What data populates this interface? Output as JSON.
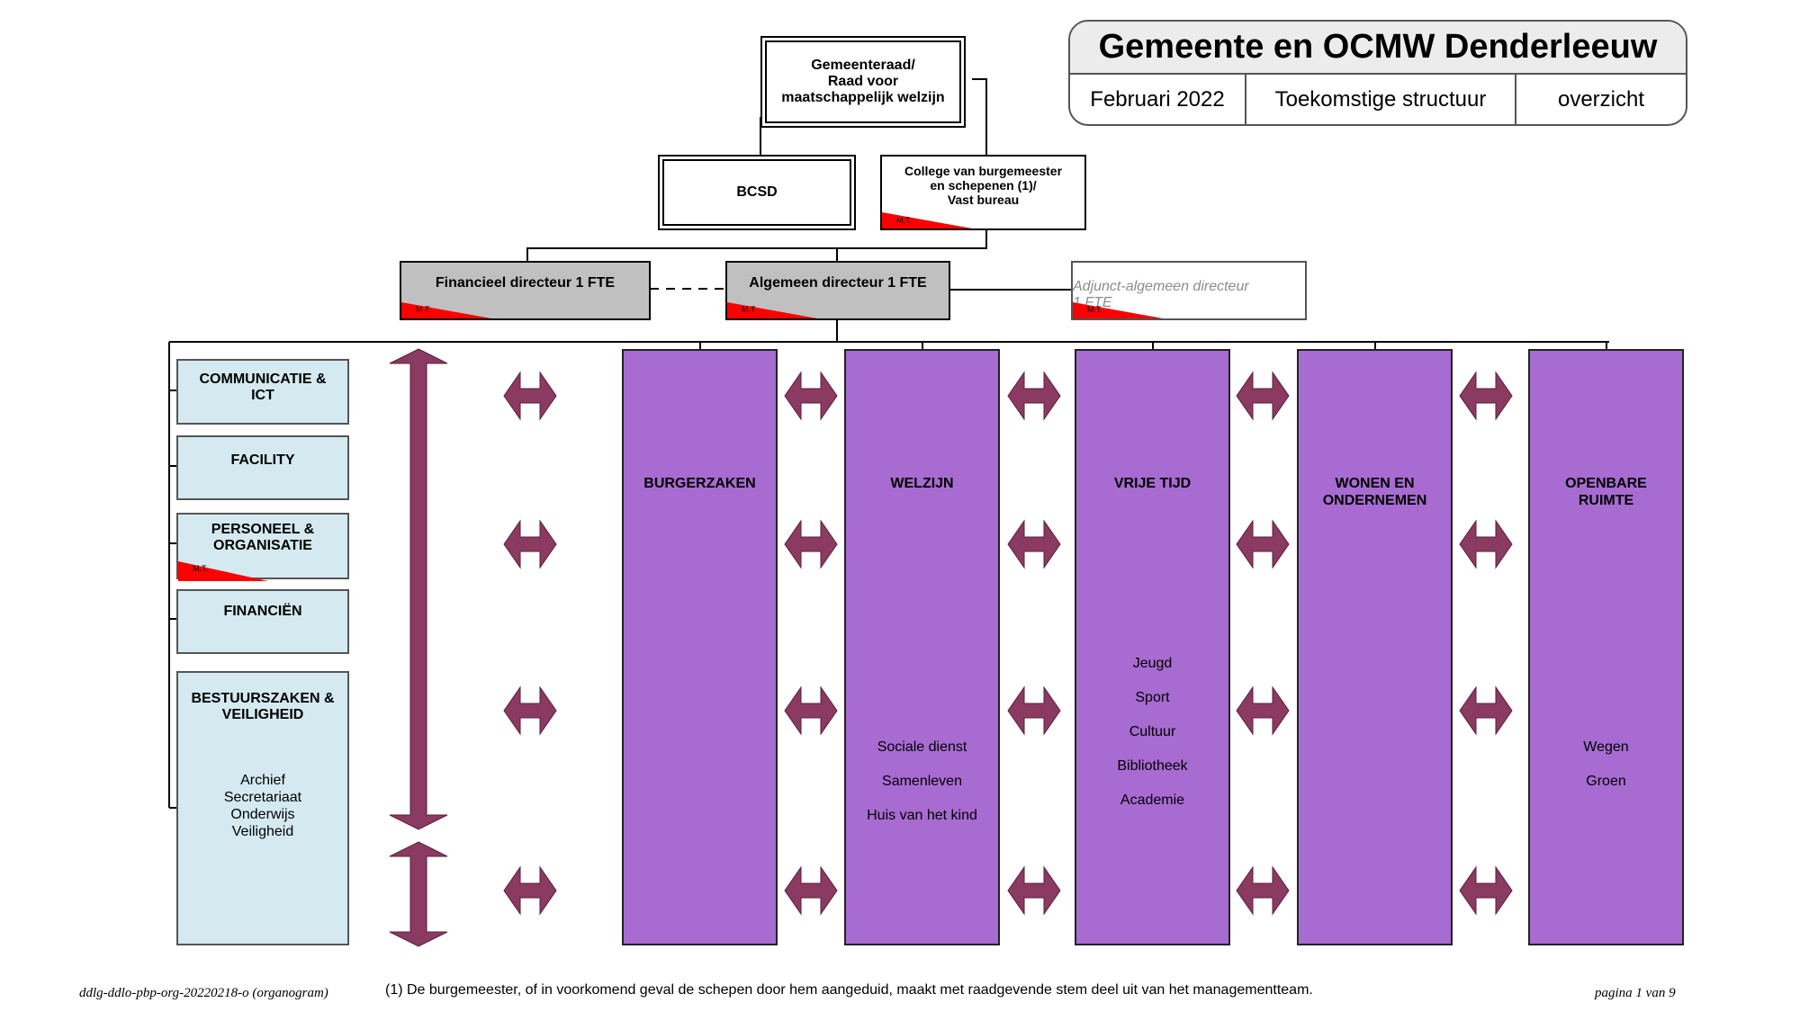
{
  "header": {
    "title": "Gemeente en OCMW Denderleeuw",
    "date": "Februari 2022",
    "structure": "Toekomstige structuur",
    "view": "overzicht"
  },
  "governance": {
    "council": [
      "Gemeenteraad/",
      "Raad voor",
      "maatschappelijk welzijn"
    ],
    "bcsd": "BCSD",
    "college": [
      "College van burgemeester",
      "en schepenen (1)/",
      "Vast bureau"
    ]
  },
  "directors": {
    "financial": "Financieel directeur 1 FTE",
    "general": "Algemeen directeur 1 FTE",
    "deputy": [
      "Adjunct-algemeen directeur",
      "1 FTE"
    ]
  },
  "mt_label": "M.T.",
  "staff": [
    {
      "name": [
        "COMMUNICATIE &",
        "ICT"
      ],
      "mt": false
    },
    {
      "name": [
        "FACILITY"
      ],
      "mt": false
    },
    {
      "name": [
        "PERSONEEL &",
        "ORGANISATIE"
      ],
      "mt": true
    },
    {
      "name": [
        "FINANCIËN"
      ],
      "mt": false
    },
    {
      "name": [
        "BESTUURSZAKEN &",
        "VEILIGHEID"
      ],
      "mt": false,
      "items": [
        "Archief",
        "Secretariaat",
        "Onderwijs",
        "Veiligheid"
      ]
    }
  ],
  "departments": [
    {
      "name": [
        "BURGERZAKEN"
      ],
      "items": []
    },
    {
      "name": [
        "WELZIJN"
      ],
      "items": [
        "Sociale dienst",
        "Samenleven",
        "Huis van het kind"
      ]
    },
    {
      "name": [
        "VRIJE TIJD"
      ],
      "items": [
        "Jeugd",
        "Sport",
        "Cultuur",
        "Bibliotheek",
        "Academie"
      ]
    },
    {
      "name": [
        "WONEN EN",
        "ONDERNEMEN"
      ],
      "items": []
    },
    {
      "name": [
        "OPENBARE",
        "RUIMTE"
      ],
      "items": [
        "Wegen",
        "Groen"
      ]
    }
  ],
  "colors": {
    "department": "#a76bd1",
    "staff": "#d4eaf0",
    "arrow": "#8b3a62",
    "mt_flag": "#ff0000",
    "director": "#c0c0c0"
  },
  "footer": {
    "doc_id": "ddlg-ddlo-pbp-org-20220218-o (organogram)",
    "note": "(1) De burgemeester, of in voorkomend geval de schepen door hem aangeduid, maakt met raadgevende stem deel uit van het managementteam.",
    "page": "pagina 1 van 9"
  }
}
